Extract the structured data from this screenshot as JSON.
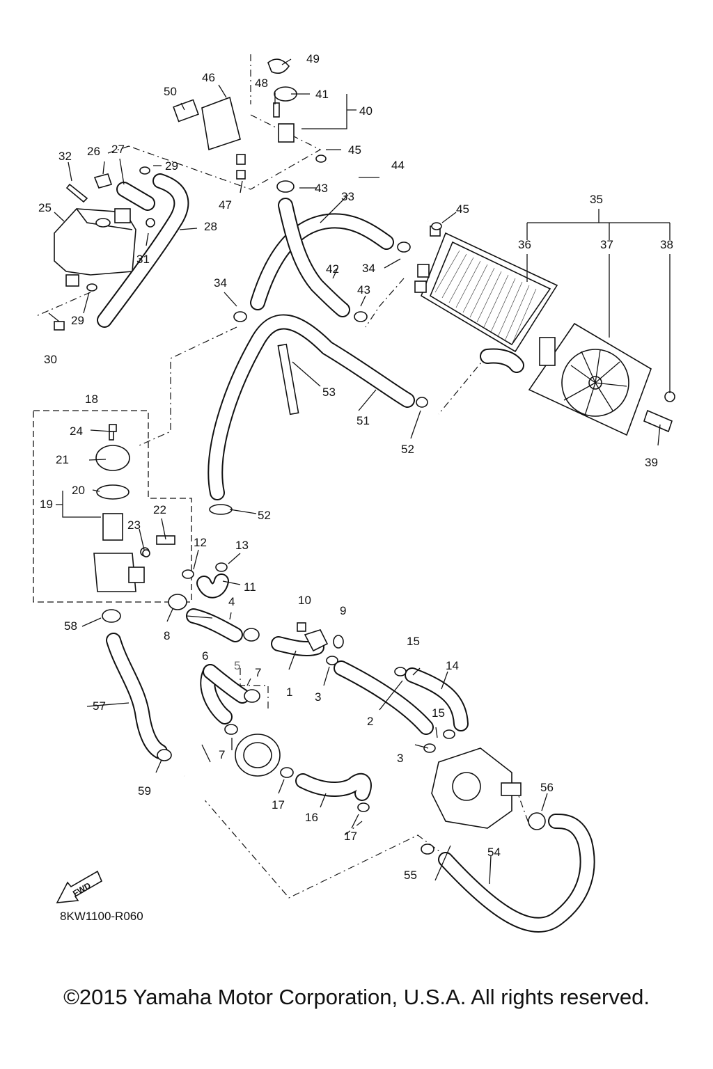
{
  "callouts": [
    "1",
    "2",
    "3",
    "3",
    "4",
    "5",
    "6",
    "7",
    "7",
    "8",
    "9",
    "10",
    "11",
    "12",
    "13",
    "14",
    "15",
    "15",
    "16",
    "17",
    "17",
    "18",
    "19",
    "20",
    "21",
    "22",
    "23",
    "24",
    "25",
    "26",
    "27",
    "28",
    "29",
    "29",
    "30",
    "31",
    "32",
    "33",
    "34",
    "34",
    "35",
    "36",
    "37",
    "38",
    "39",
    "40",
    "41",
    "42",
    "43",
    "43",
    "44",
    "45",
    "45",
    "46",
    "47",
    "48",
    "49",
    "50",
    "51",
    "52",
    "52",
    "53",
    "54",
    "55",
    "56",
    "57",
    "58",
    "59"
  ],
  "fwd_label": "FWD",
  "diagram_code": "8KW1100-R060",
  "copyright": "©2015 Yamaha Motor Corporation, U.S.A. All rights reserved."
}
